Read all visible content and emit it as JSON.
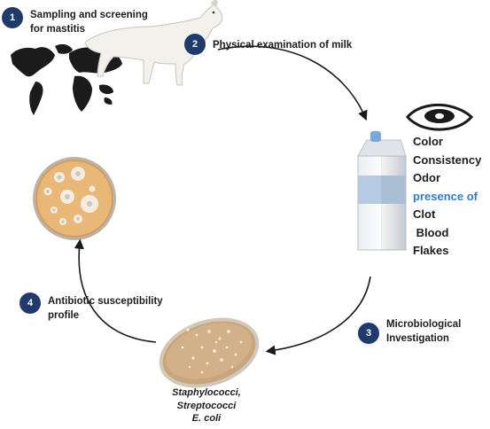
{
  "steps": [
    {
      "number": "1",
      "label_line1": "Sampling and screening",
      "label_line2": "for mastitis"
    },
    {
      "number": "2",
      "label_line1": "Physical examination of milk"
    },
    {
      "number": "3",
      "label_line1": "Microbiological",
      "label_line2": "Investigation"
    },
    {
      "number": "4",
      "label_line1": "Antibiotic susceptibility",
      "label_line2": "profile"
    }
  ],
  "milk_properties": [
    {
      "text": "Color",
      "color": "#1d1d1d"
    },
    {
      "text": "Consistency",
      "color": "#1d1d1d"
    },
    {
      "text": "Odor",
      "color": "#1d1d1d"
    },
    {
      "text": "presence of",
      "color": "#2f7bd6"
    },
    {
      "text": "Clot",
      "color": "#1d1d1d"
    },
    {
      "text": " Blood",
      "color": "#1d1d1d"
    },
    {
      "text": "Flakes",
      "color": "#1d1d1d"
    }
  ],
  "bacteria": [
    "Staphylococci,",
    "Streptococci",
    "E. coli"
  ],
  "icons": [
    "world-map-icon",
    "goat-icon",
    "eye-icon",
    "milk-carton-icon",
    "petri-dish-icon",
    "culture-plate-icon"
  ],
  "colors": {
    "step_badge": "#1f3b6e",
    "highlight": "#2f7bd6",
    "arrow": "#1a1a1a"
  }
}
